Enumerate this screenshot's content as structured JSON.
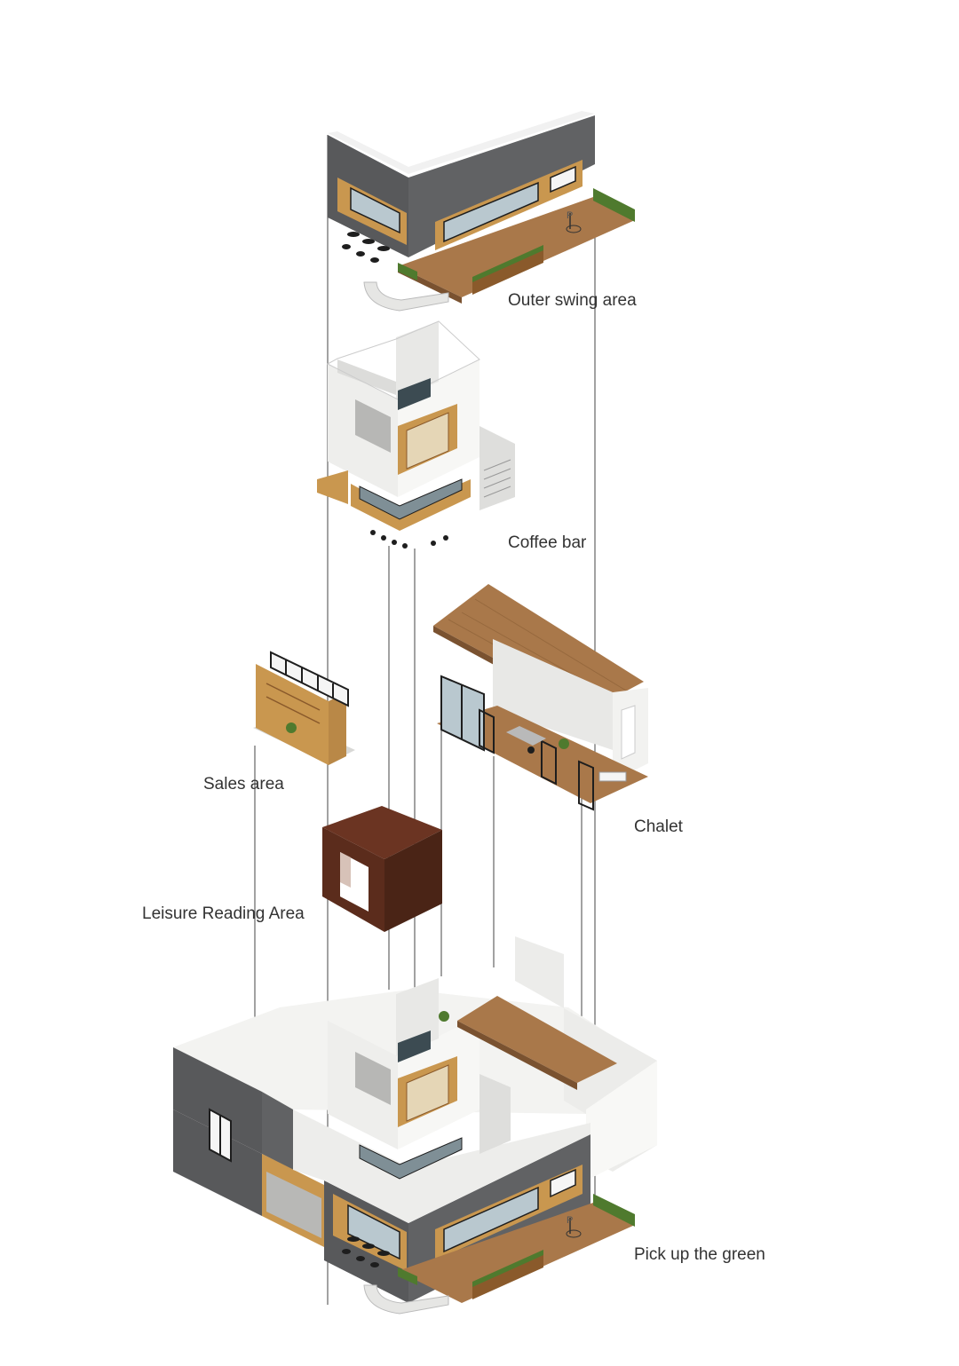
{
  "labels": {
    "outer_swing_area": "Outer swing area",
    "coffee_bar": "Coffee bar",
    "sales_area": "Sales area",
    "chalet": "Chalet",
    "leisure_reading_area": "Leisure Reading Area",
    "pick_up_the_green": "Pick up the green"
  },
  "colors": {
    "wall_gray": "#58595b",
    "wall_white": "#eeeeec",
    "wood": "#c9974f",
    "wood_dark": "#8a5a2b",
    "floor_wood": "#a9784a",
    "leisure_brown": "#5b2c1c",
    "glass": "#b9c8cf",
    "frame": "#1e1e1e",
    "green": "#4f7a2e",
    "leader_line": "#444444"
  },
  "icons": {
    "parking_sign": "P"
  }
}
